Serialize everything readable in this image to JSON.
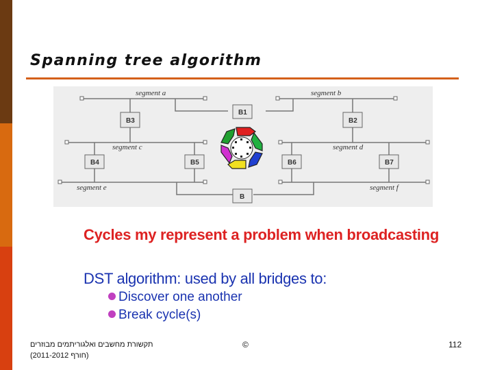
{
  "colors": {
    "sidebar_top": "#6b3a12",
    "sidebar_mid": "#d86a10",
    "sidebar_bottom": "#d84010",
    "title_rule": "#d4601a",
    "red_text": "#dd2222",
    "blue_text": "#1a33b0",
    "bullet": "#c040c0"
  },
  "title": "Spanning tree algorithm",
  "diagram": {
    "segments": {
      "a": "segment a",
      "b": "segment b",
      "c": "segment c",
      "d": "segment d",
      "e": "segment e",
      "f": "segment f"
    },
    "bridges": {
      "b1": "B1",
      "b2": "B2",
      "b3": "B3",
      "b4": "B4",
      "b5": "B5",
      "b6": "B6",
      "b7": "B7",
      "b8": "B"
    },
    "cycle_icon": "circular-arrows-icon"
  },
  "cycle_statement": "Cycles my represent a problem when broadcasting",
  "dst_statement": "DST algorithm: used by all bridges to:",
  "bullets": [
    "Discover one another",
    "Break cycle(s)"
  ],
  "footer": {
    "course_line1": "תקשורת מחשבים ואלגוריתמים מבוזרים",
    "course_line2": "(חורף 2011-2012)",
    "copyright": "©",
    "page_number": "112"
  }
}
